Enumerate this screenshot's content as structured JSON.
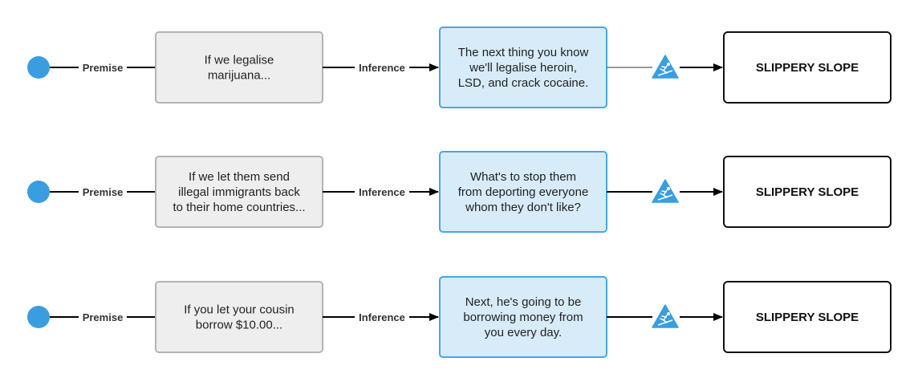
{
  "colors": {
    "start_node": "#3a9de0",
    "premise_fill": "#eeeeee",
    "premise_stroke": "#b3b3b3",
    "inference_fill": "#d7ebf9",
    "inference_stroke": "#46a8e4",
    "result_fill": "#ffffff",
    "result_stroke": "#111111",
    "warning_icon": "#3a9de0",
    "connector": "#000000"
  },
  "icons": {
    "start": "circle-start-node-icon",
    "warning": "slippery-slope-warning-icon",
    "arrowhead": "arrowhead-icon"
  },
  "rows": [
    {
      "premise_label": "Premise",
      "premise_lines": [
        "If we legalise",
        "marijuana..."
      ],
      "inference_label": "Inference",
      "inference_lines": [
        "The next thing you know",
        "we'll legalise heroin,",
        "LSD, and crack cocaine."
      ],
      "result": "SLIPPERY SLOPE"
    },
    {
      "premise_label": "Premise",
      "premise_lines": [
        "If we let them send",
        "illegal immigrants back",
        "to their home countries..."
      ],
      "inference_label": "Inference",
      "inference_lines": [
        "What's to stop them",
        "from deporting everyone",
        "whom they don't like?"
      ],
      "result": "SLIPPERY SLOPE"
    },
    {
      "premise_label": "Premise",
      "premise_lines": [
        "If you let your cousin",
        "borrow $10.00..."
      ],
      "inference_label": "Inference",
      "inference_lines": [
        "Next, he's going to be",
        "borrowing money from",
        "you every day."
      ],
      "result": "SLIPPERY SLOPE"
    }
  ]
}
